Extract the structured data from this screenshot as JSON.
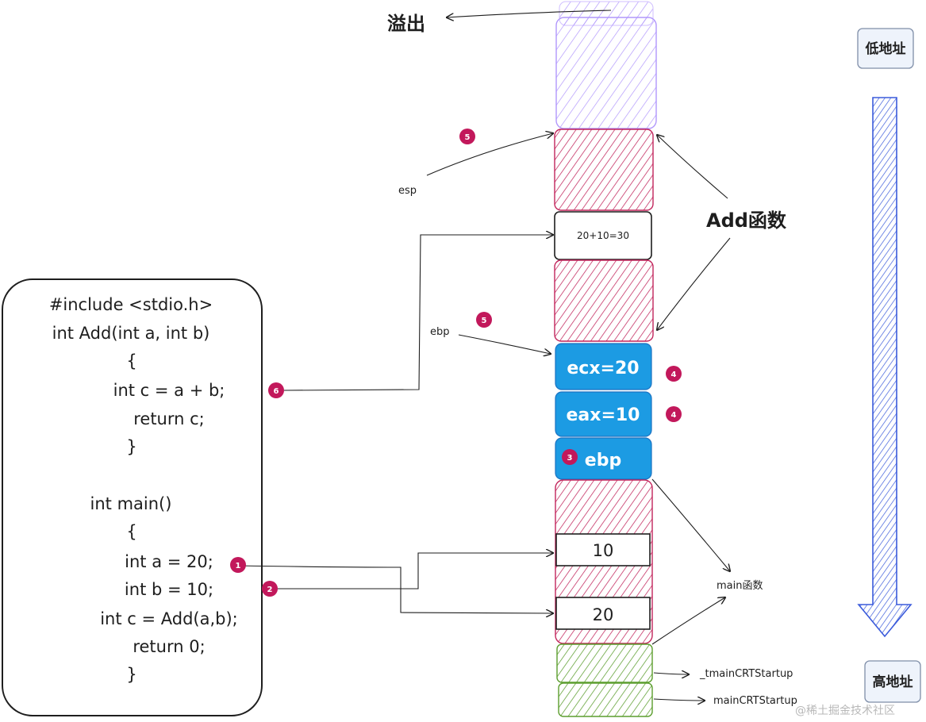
{
  "code": {
    "lines": [
      "#include <stdio.h>",
      "int Add(int a, int b)",
      "{",
      "int c = a + b;",
      "return c;",
      "}",
      "int main()",
      "{",
      "int a = 20;",
      "int b = 10;",
      "int c = Add(a,b);",
      "return 0;",
      "}"
    ]
  },
  "labels": {
    "overflow": "溢出",
    "low_address": "低地址",
    "high_address": "高地址",
    "add_function": "Add函数",
    "main_function": "main函数",
    "esp": "esp",
    "ebp": "ebp",
    "tmain_crt": "_tmainCRTStartup",
    "main_crt": "mainCRTStartup",
    "watermark": "@稀土掘金技术社区"
  },
  "stack": {
    "result_cell": "20+10=30",
    "ecx_cell": "ecx=20",
    "eax_cell": "eax=10",
    "ebp_cell": "ebp",
    "b_cell": "10",
    "a_cell": "20"
  },
  "badges": {
    "esp_step": "5",
    "ebp_step": "5",
    "ecx_step": "4",
    "eax_step": "4",
    "ebp_push_step": "3",
    "line_a_step": "1",
    "line_b_step": "2",
    "line_c_step": "6"
  },
  "colors": {
    "purple_region": "#b197fc",
    "pink_region": "#c2255c",
    "blue_cell": "#1c9be3",
    "green_region": "#5c9e2e",
    "arrow_blue": "#3b5bdb",
    "badge": "#c2185b"
  }
}
